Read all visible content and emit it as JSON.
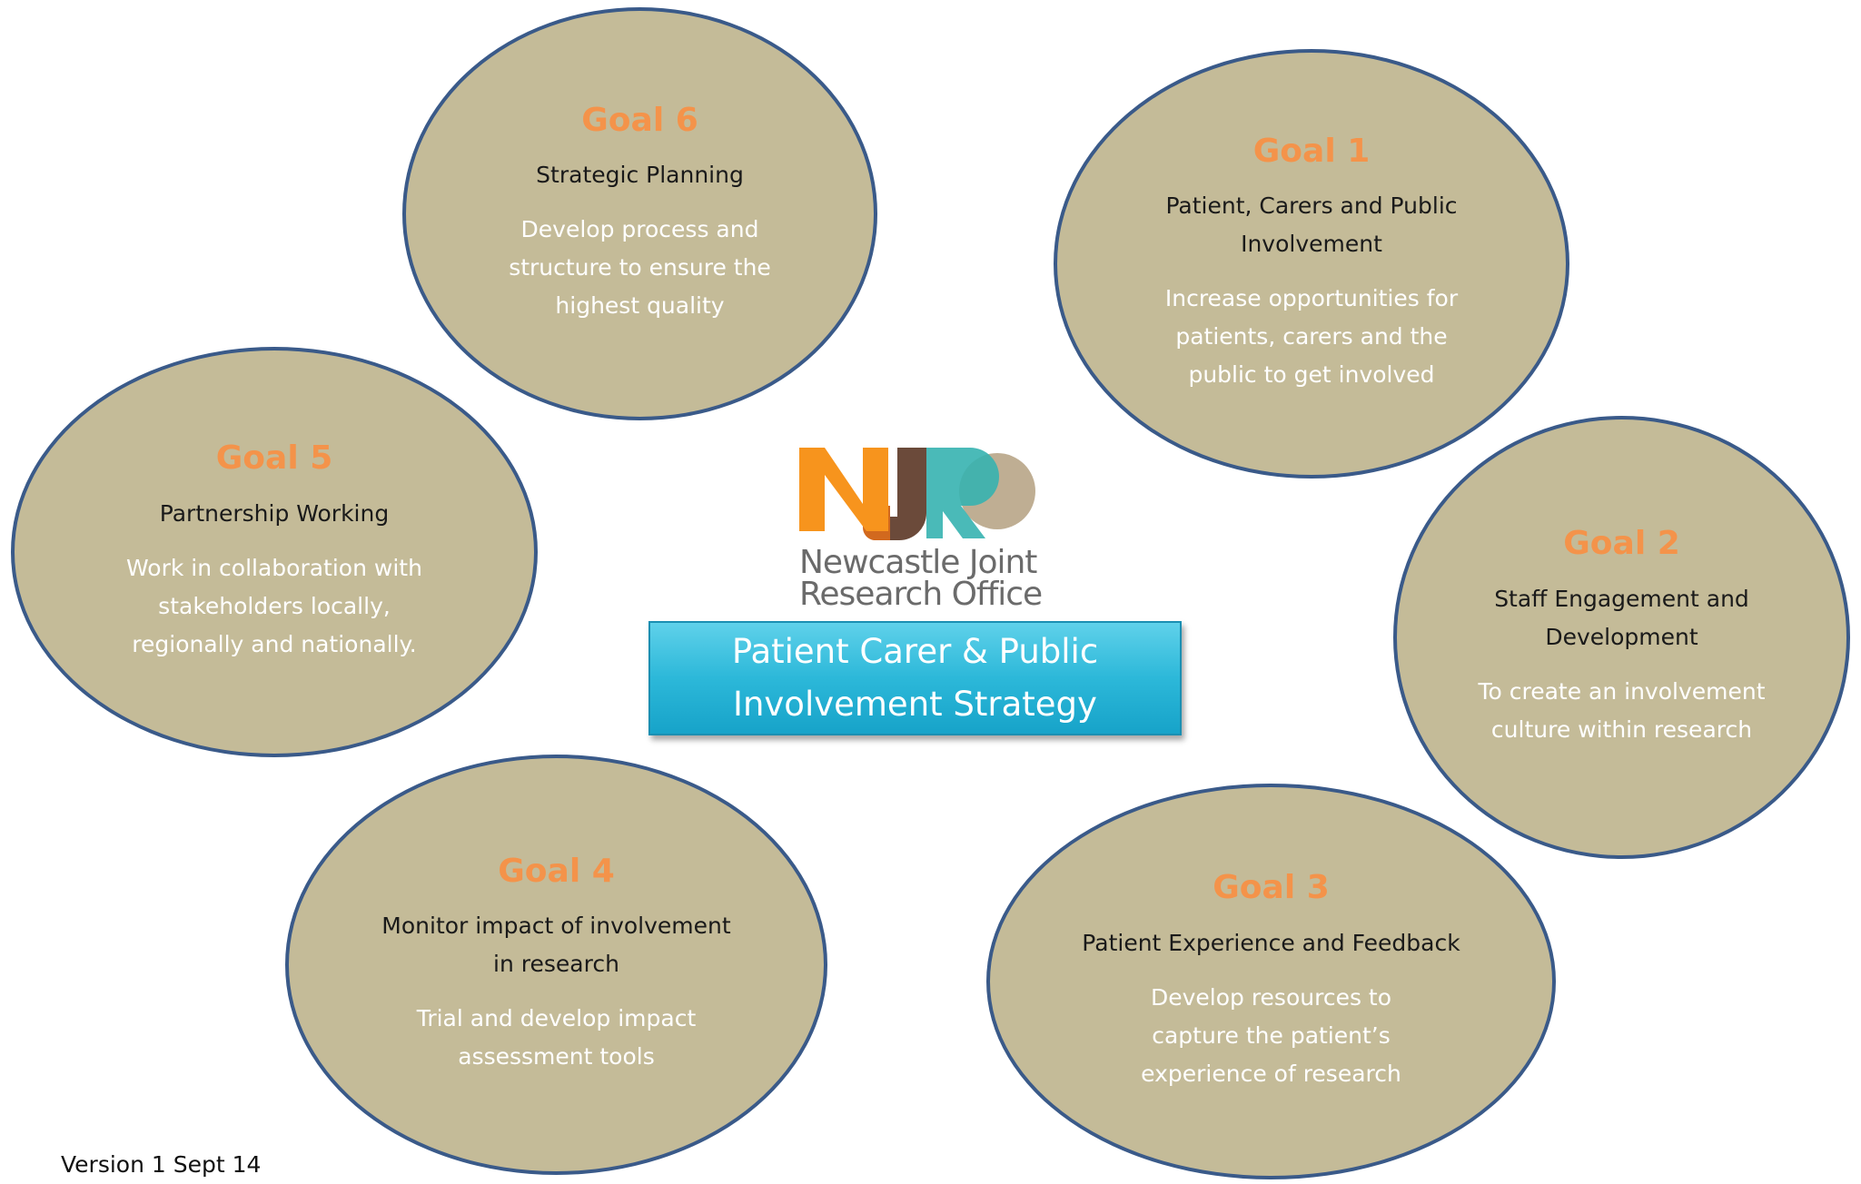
{
  "goals": [
    {
      "id": "goal-6",
      "title": "Goal 6",
      "name": "Strategic Planning",
      "description": "Develop process and structure to ensure the highest quality"
    },
    {
      "id": "goal-1",
      "title": "Goal 1",
      "name": "Patient, Carers and Public Involvement",
      "description": "Increase opportunities for patients, carers and the public to get involved"
    },
    {
      "id": "goal-5",
      "title": "Goal 5",
      "name": "Partnership Working",
      "description": "Work in collaboration with stakeholders locally, regionally and nationally."
    },
    {
      "id": "goal-2",
      "title": "Goal 2",
      "name": "Staff Engagement and Development",
      "description": "To create an involvement culture within research"
    },
    {
      "id": "goal-4",
      "title": "Goal 4",
      "name": "Monitor impact of involvement in research",
      "description": "Trial and develop impact assessment tools"
    },
    {
      "id": "goal-3",
      "title": "Goal 3",
      "name": "Patient Experience and Feedback",
      "description": "Develop resources to capture the patient’s experience of research"
    }
  ],
  "logo": {
    "letters": "NJRO",
    "line1": "Newcastle Joint",
    "line2": "Research Office"
  },
  "strategy": {
    "line1": "Patient Carer & Public",
    "line2": "Involvement Strategy"
  },
  "footer": {
    "version": "Version 1 Sept 14"
  },
  "colors": {
    "goal_fill": "#c4bb98",
    "goal_border": "#3a5a89",
    "goal_title": "#f4934a",
    "strategy_box": "#2cb8d9",
    "logo_orange": "#f7941d",
    "logo_rust": "#d2691e",
    "logo_brown": "#6b4a3a",
    "logo_teal": "#36b3b0",
    "logo_tan": "#bfae93"
  }
}
